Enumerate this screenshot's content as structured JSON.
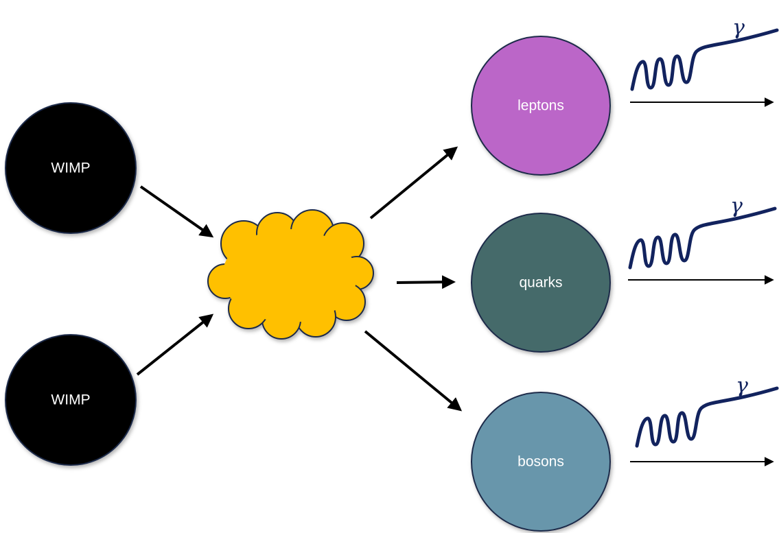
{
  "diagram": {
    "wimps": [
      {
        "label": "WIMP",
        "color": "#000000"
      },
      {
        "label": "WIMP",
        "color": "#000000"
      }
    ],
    "cloud": {
      "color": "#ffc000"
    },
    "products": [
      {
        "label": "leptons",
        "color": "#bb66c8"
      },
      {
        "label": "quarks",
        "color": "#456a6b"
      },
      {
        "label": "bosons",
        "color": "#6896ab"
      }
    ],
    "photon_label": "γ",
    "photon_color": "#12235e",
    "node_outline_color": "#1f2b49"
  }
}
